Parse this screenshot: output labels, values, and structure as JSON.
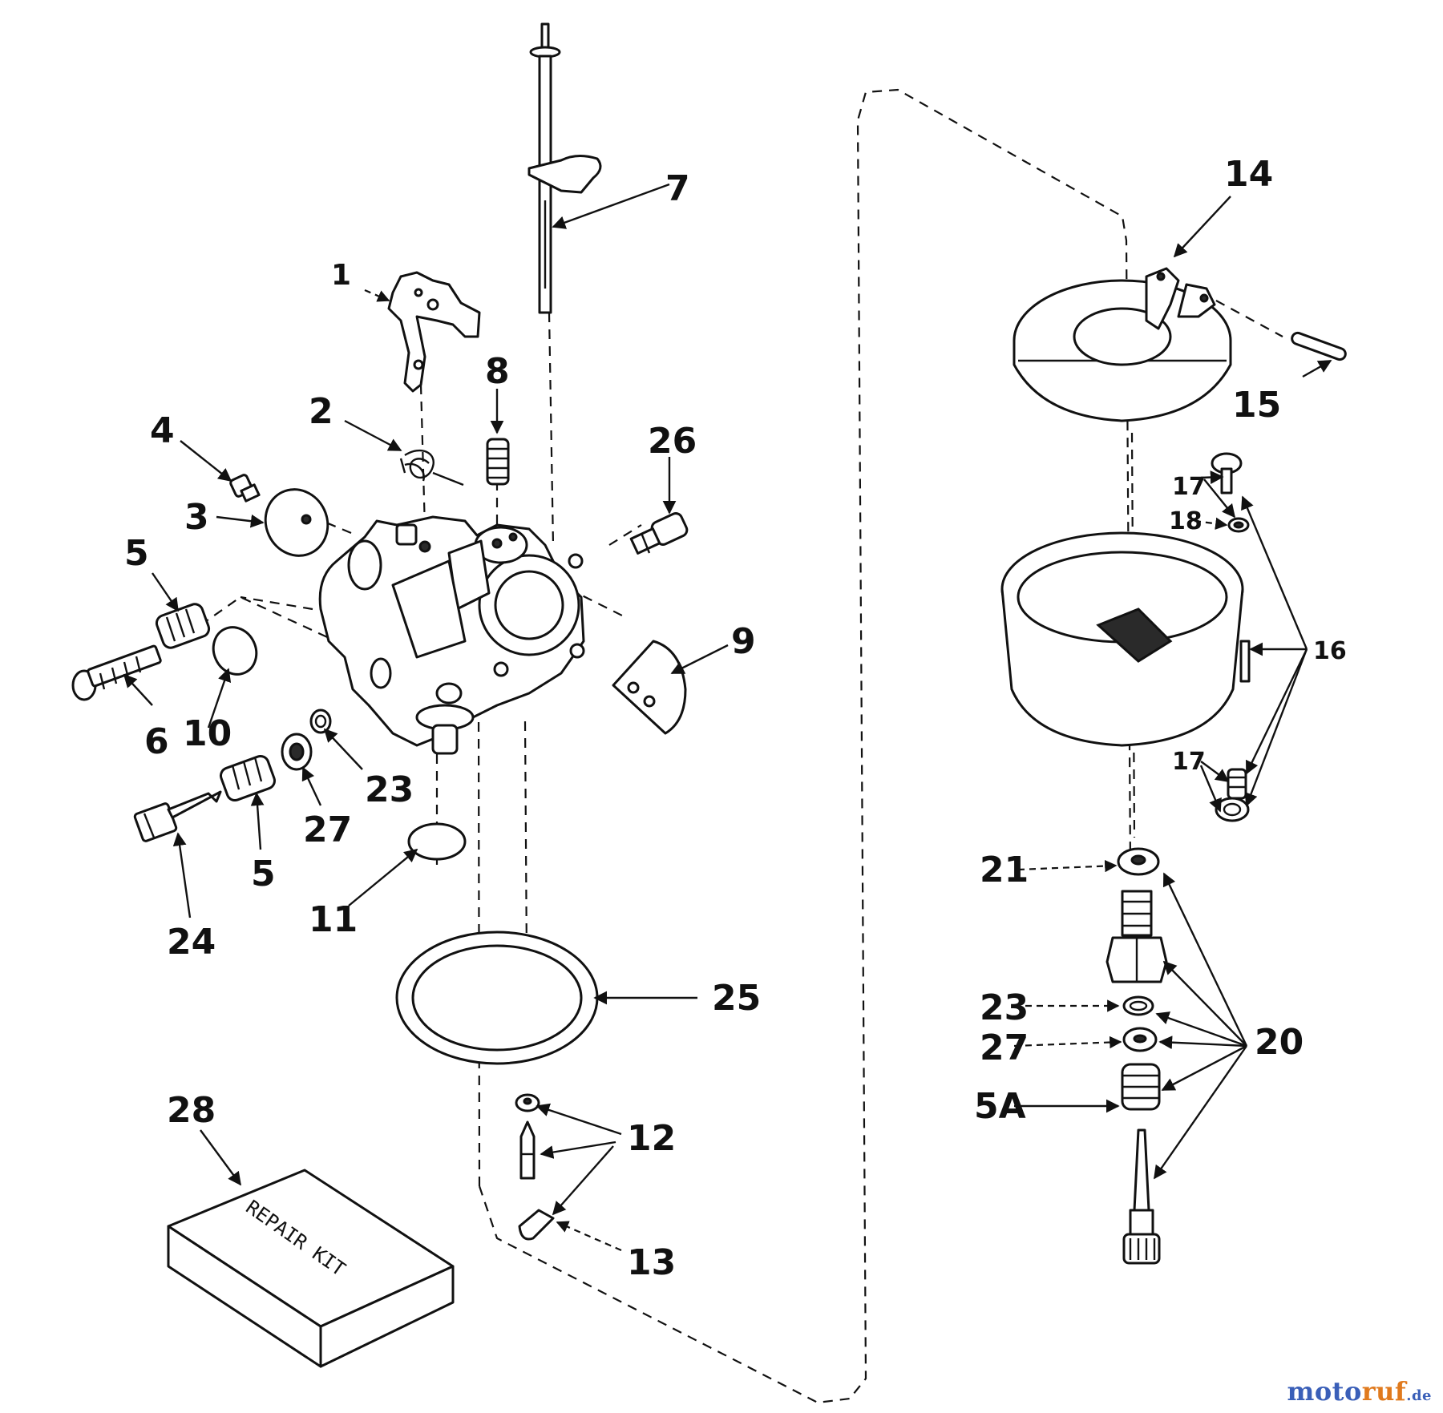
{
  "diagram": {
    "parts": [
      {
        "id": "1",
        "label": "1"
      },
      {
        "id": "2",
        "label": "2"
      },
      {
        "id": "3",
        "label": "3"
      },
      {
        "id": "4",
        "label": "4"
      },
      {
        "id": "5a",
        "label": "5"
      },
      {
        "id": "5b",
        "label": "5"
      },
      {
        "id": "5A",
        "label": "5A"
      },
      {
        "id": "6",
        "label": "6"
      },
      {
        "id": "7",
        "label": "7"
      },
      {
        "id": "8",
        "label": "8"
      },
      {
        "id": "9",
        "label": "9"
      },
      {
        "id": "10",
        "label": "10"
      },
      {
        "id": "11",
        "label": "11"
      },
      {
        "id": "12",
        "label": "12"
      },
      {
        "id": "13",
        "label": "13"
      },
      {
        "id": "14",
        "label": "14"
      },
      {
        "id": "15",
        "label": "15"
      },
      {
        "id": "16",
        "label": "16"
      },
      {
        "id": "17a",
        "label": "17"
      },
      {
        "id": "17b",
        "label": "17"
      },
      {
        "id": "18",
        "label": "18"
      },
      {
        "id": "20",
        "label": "20"
      },
      {
        "id": "21",
        "label": "21"
      },
      {
        "id": "23a",
        "label": "23"
      },
      {
        "id": "23b",
        "label": "23"
      },
      {
        "id": "24",
        "label": "24"
      },
      {
        "id": "25",
        "label": "25"
      },
      {
        "id": "26",
        "label": "26"
      },
      {
        "id": "27a",
        "label": "27"
      },
      {
        "id": "27b",
        "label": "27"
      },
      {
        "id": "28",
        "label": "28"
      }
    ],
    "kit_label": "REPAIR KIT"
  },
  "watermark": {
    "prefix": "moto",
    "suffix": "ruf",
    "tld": ".de",
    "colors": {
      "prefix": "#3a5fb8",
      "suffix": "#e07a1e",
      "tld": "#3a5fb8"
    }
  }
}
